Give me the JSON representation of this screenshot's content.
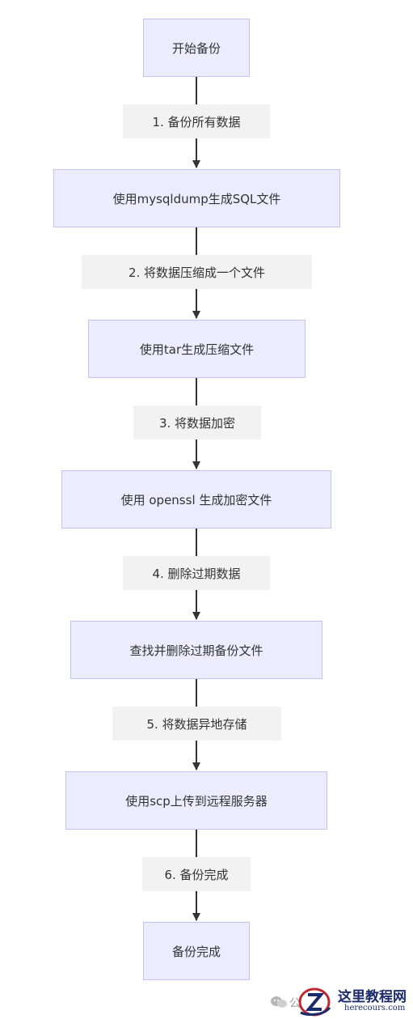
{
  "flowchart": {
    "nodes": [
      "开始备份",
      "使用mysqldump生成SQL文件",
      "使用tar生成压缩文件",
      "使用 openssl 生成加密文件",
      "查找并删除过期备份文件",
      "使用scp上传到远程服务器",
      "备份完成"
    ],
    "edges": [
      "1. 备份所有数据",
      "2. 将数据压缩成一个文件",
      "3. 将数据加密",
      "4. 删除过期数据",
      "5. 将数据异地存储",
      "6. 备份完成"
    ]
  },
  "watermark": {
    "chat_icon": "wechat-icon",
    "prefix": "公",
    "title": "这里教程网",
    "subtitle": "herecours.com"
  }
}
